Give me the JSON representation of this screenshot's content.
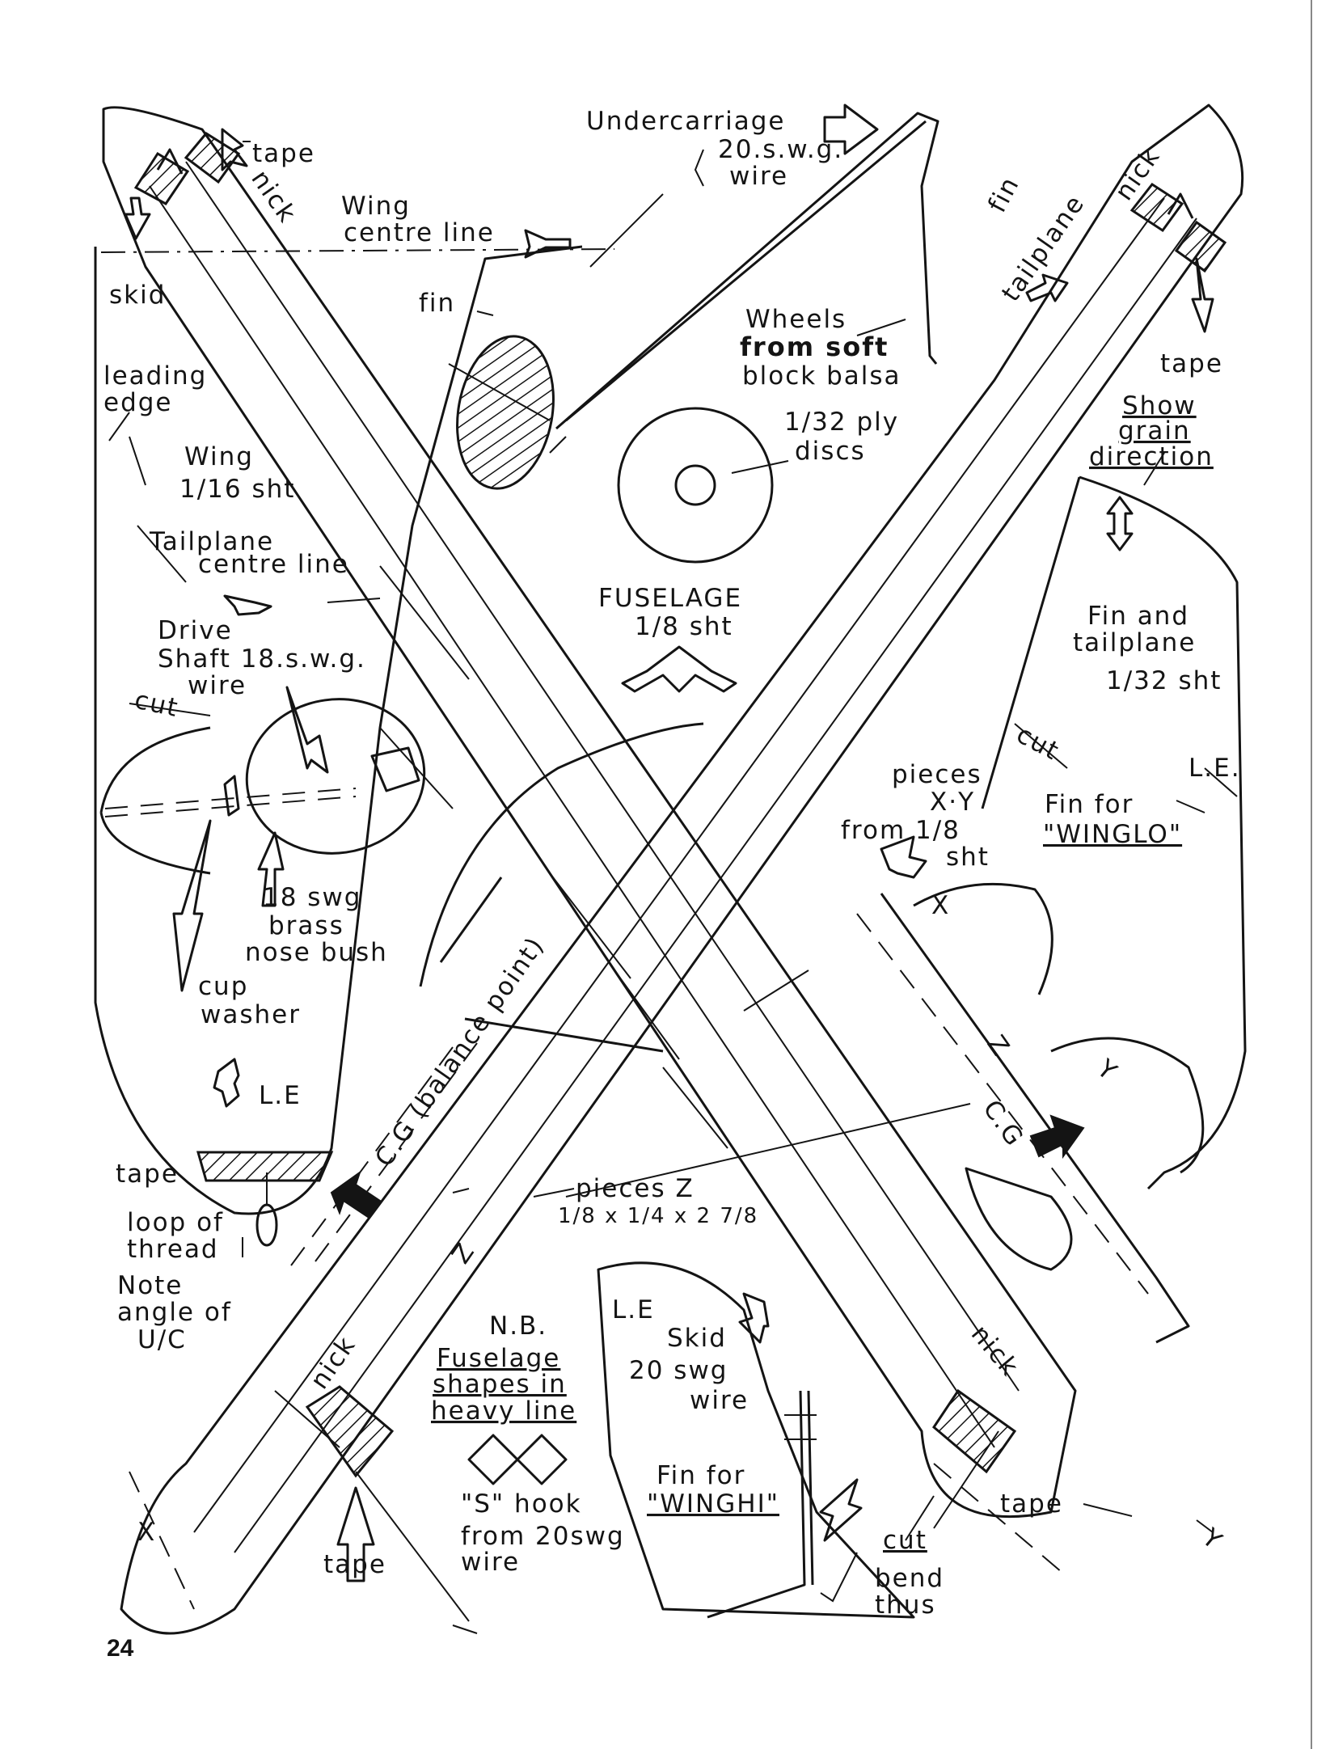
{
  "page_number": "24",
  "labels": {
    "tape_top_left": "tape",
    "nick_top_left": "nick",
    "skid": "skid",
    "wing_centre_line": [
      "Wing",
      "centre line"
    ],
    "fin_left": "fin",
    "leading_edge": [
      "leading",
      "edge"
    ],
    "wing_sheet": [
      "Wing",
      "1/16 sht"
    ],
    "tailplane_centre_line": [
      "Tailplane",
      "centre line"
    ],
    "drive_shaft": [
      "Drive",
      "Shaft 18.s.w.g.",
      "wire"
    ],
    "cut_left": "cut",
    "nose_bush": [
      "18 swg",
      "brass",
      "nose bush"
    ],
    "cup_washer": [
      "cup",
      "washer"
    ],
    "le_left": "L.E",
    "tape_left": "tape",
    "loop_of_thread": [
      "loop of",
      "thread"
    ],
    "note_angle": [
      "Note",
      "angle of",
      "U/C"
    ],
    "cg_balance": "C.G (balance point)",
    "pieces_z": [
      "pieces Z",
      "1/8 x 1/4 x 2 7/8"
    ],
    "z_left": "Z",
    "nick_bottom_left": "nick",
    "tape_bottom_left": "tape",
    "x_bottom_left": "X",
    "nb": [
      "N.B.",
      "Fuselage",
      "shapes in",
      "heavy line"
    ],
    "s_hook": [
      "\"S\" hook",
      "from 20swg",
      "wire"
    ],
    "undercarriage": [
      "Undercarriage",
      "20.s.w.g.",
      "wire"
    ],
    "wheels": [
      "Wheels",
      "from soft",
      "block balsa"
    ],
    "ply_discs": [
      "1/32 ply",
      "discs"
    ],
    "fuselage": [
      "FUSELAGE",
      "1/8 sht"
    ],
    "fin_right_diag": "fin",
    "tailplane_diag": "tailplane",
    "nick_top_right": "nick",
    "tape_top_right": "tape",
    "show_grain": [
      "Show",
      "grain",
      "direction"
    ],
    "fin_tailplane": [
      "Fin and",
      "tailplane",
      "1/32 sht"
    ],
    "cut_right": "cut",
    "le_right": "L.E.",
    "fin_winglo": [
      "Fin for",
      "\"WINGLO\""
    ],
    "pieces_xy": [
      "pieces",
      "X·Y",
      "from 1/8",
      "sht"
    ],
    "x_right": "X",
    "y_right": "Y",
    "z_right": "Z",
    "cg_right": "C.G",
    "le_bottom": "L.E",
    "skid_wire": [
      "Skid",
      "20 swg",
      "wire"
    ],
    "fin_winghi": [
      "Fin for",
      "\"WINGHI\""
    ],
    "cut_bend": [
      "cut",
      "bend",
      "thus"
    ],
    "nick_bottom_right": "nick",
    "tape_bottom_right": "tape",
    "y_bottom_right": "Y"
  }
}
